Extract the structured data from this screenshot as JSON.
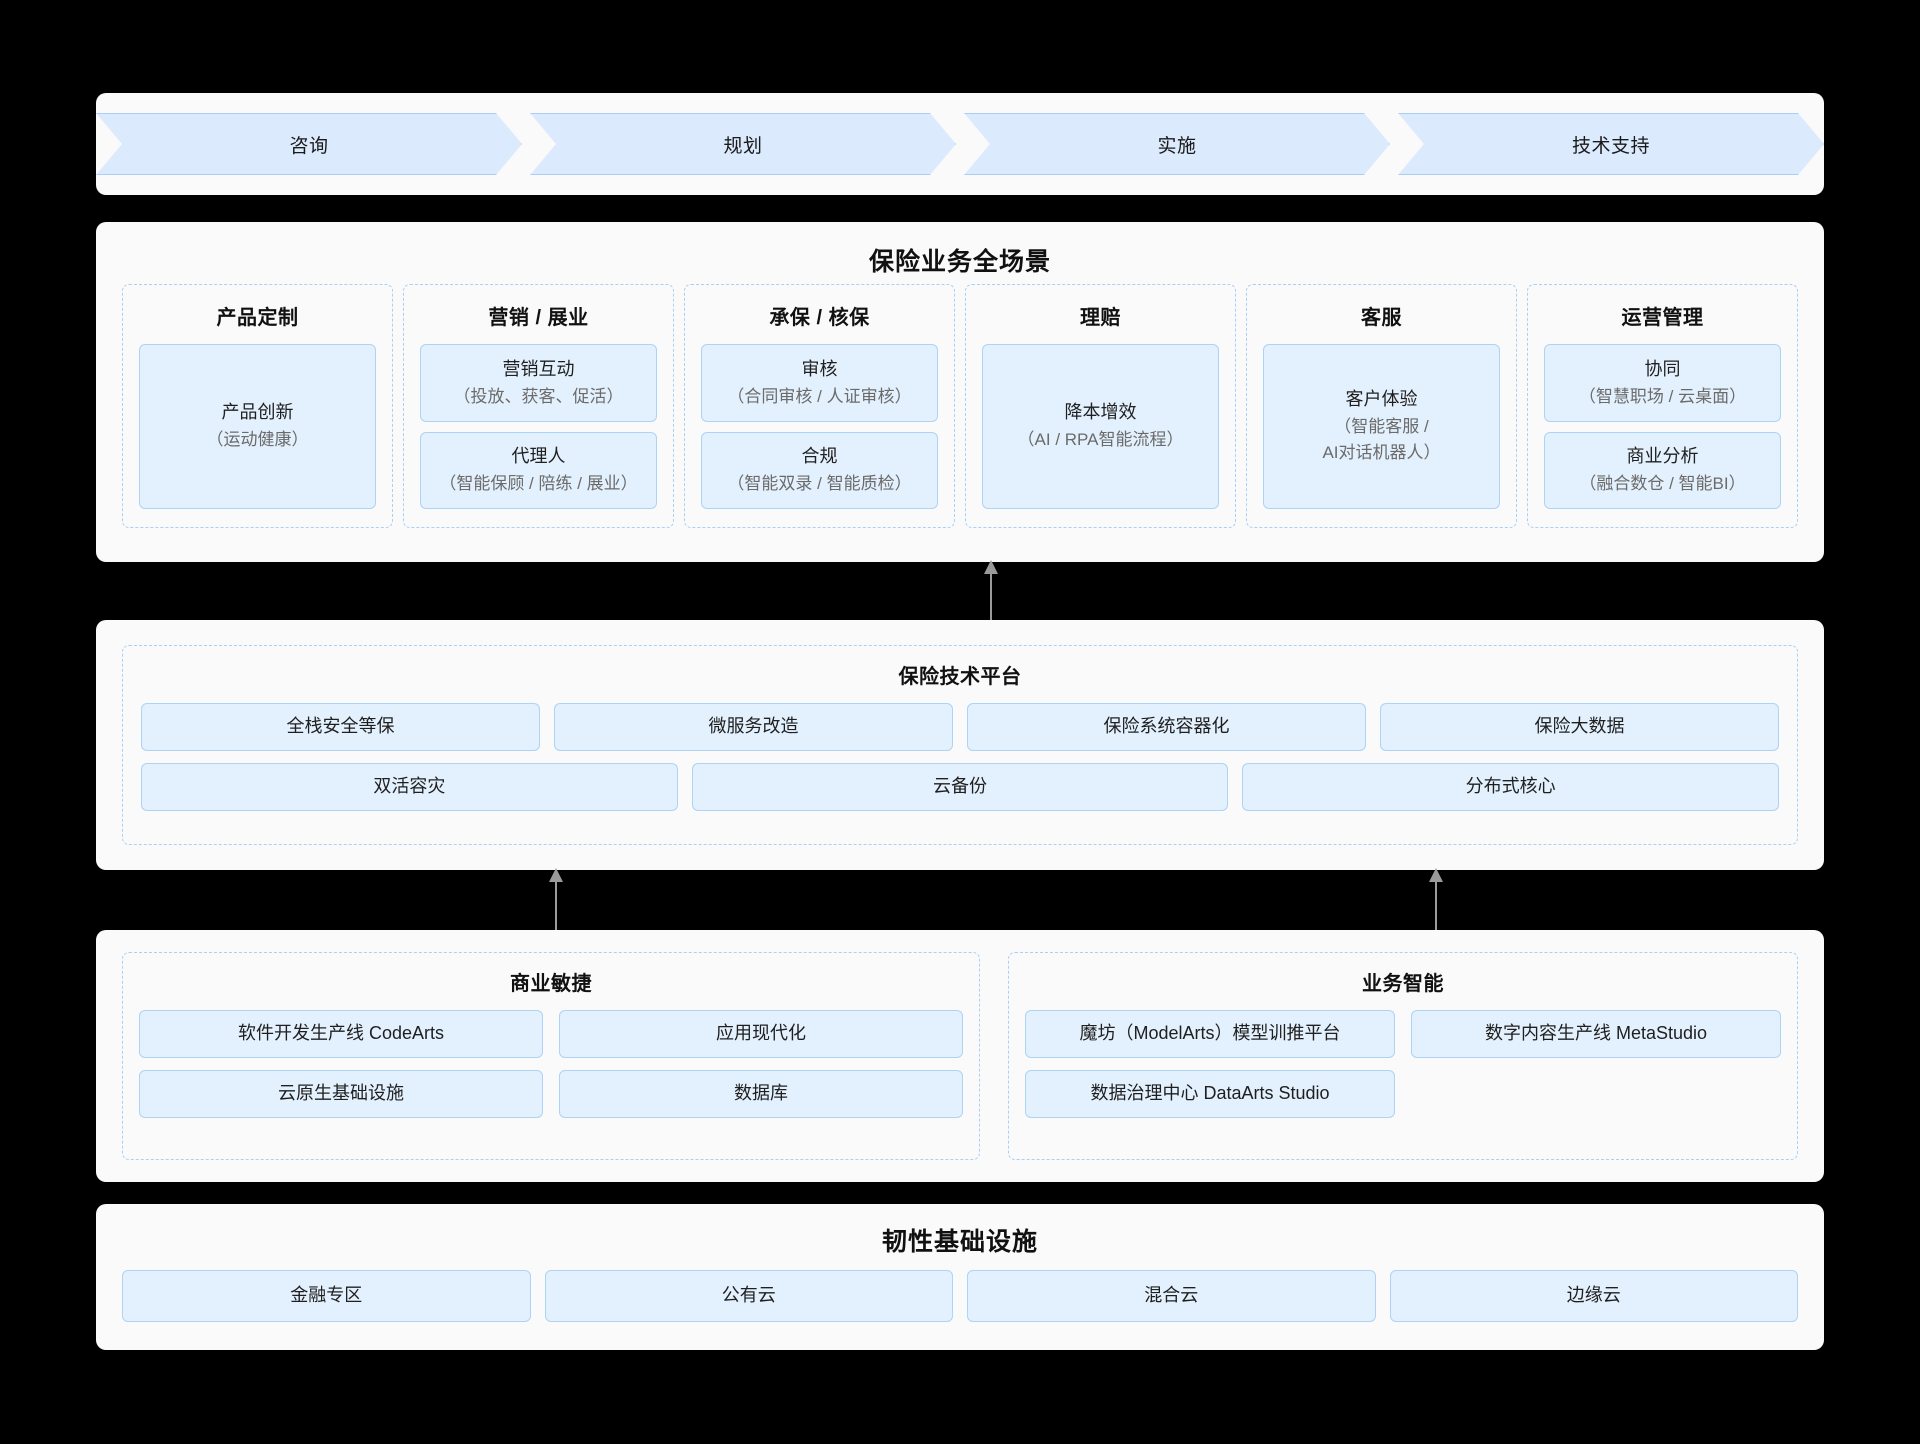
{
  "process": {
    "steps": [
      {
        "label": "咨询"
      },
      {
        "label": "规划"
      },
      {
        "label": "实施"
      },
      {
        "label": "技术支持"
      }
    ]
  },
  "business": {
    "title": "保险业务全场景",
    "columns": [
      {
        "title": "产品定制",
        "items": [
          {
            "main": "产品创新",
            "sub": "（运动健康）"
          }
        ]
      },
      {
        "title": "营销 / 展业",
        "items": [
          {
            "main": "营销互动",
            "sub": "（投放、获客、促活）"
          },
          {
            "main": "代理人",
            "sub": "（智能保顾 / 陪练 / 展业）"
          }
        ]
      },
      {
        "title": "承保 / 核保",
        "items": [
          {
            "main": "审核",
            "sub": "（合同审核 / 人证审核）"
          },
          {
            "main": "合规",
            "sub": "（智能双录 / 智能质检）"
          }
        ]
      },
      {
        "title": "理赔",
        "items": [
          {
            "main": "降本增效",
            "sub": "（AI / RPA智能流程）"
          }
        ]
      },
      {
        "title": "客服",
        "items": [
          {
            "main": "客户体验",
            "sub": "（智能客服 /",
            "sub2": "AI对话机器人）"
          }
        ]
      },
      {
        "title": "运营管理",
        "items": [
          {
            "main": "协同",
            "sub": "（智慧职场 / 云桌面）"
          },
          {
            "main": "商业分析",
            "sub": "（融合数仓 / 智能BI）"
          }
        ]
      }
    ]
  },
  "tech": {
    "title": "保险技术平台",
    "row1": [
      {
        "label": "全栈安全等保"
      },
      {
        "label": "微服务改造"
      },
      {
        "label": "保险系统容器化"
      },
      {
        "label": "保险大数据"
      }
    ],
    "row2": [
      {
        "label": "双活容灾"
      },
      {
        "label": "云备份"
      },
      {
        "label": "分布式核心"
      }
    ]
  },
  "middle": {
    "agility": {
      "title": "商业敏捷",
      "items": [
        {
          "label": "软件开发生产线 CodeArts"
        },
        {
          "label": "应用现代化"
        },
        {
          "label": "云原生基础设施"
        },
        {
          "label": "数据库"
        }
      ]
    },
    "intelligence": {
      "title": "业务智能",
      "items": [
        {
          "label": "魔坊（ModelArts）模型训推平台"
        },
        {
          "label": "数字内容生产线 MetaStudio"
        },
        {
          "label": "数据治理中心 DataArts Studio"
        }
      ]
    }
  },
  "infra": {
    "title": "韧性基础设施",
    "items": [
      {
        "label": "金融专区"
      },
      {
        "label": "公有云"
      },
      {
        "label": "混合云"
      },
      {
        "label": "边缘云"
      }
    ]
  },
  "colors": {
    "panel_bg": "#fafafa",
    "box_fill": "#e3f0fd",
    "box_border": "#aed3f4",
    "dashed_border": "#a9d0f5",
    "chevron_fill": "#dbeafd",
    "arrow": "#9a9a9a",
    "background": "#000000"
  }
}
